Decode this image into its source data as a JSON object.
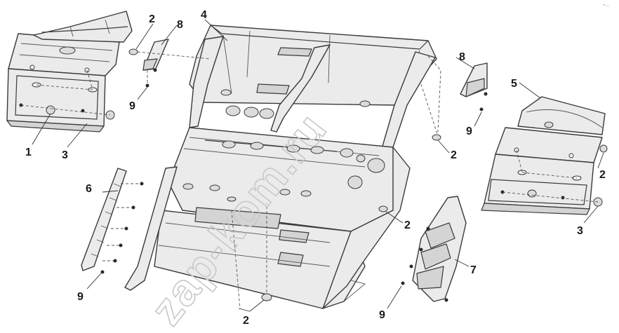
{
  "watermark": "zap-kom.ru",
  "corner_mark": "° ···",
  "callouts": {
    "c1": "1",
    "c2a": "2",
    "c2b": "2",
    "c2c": "2",
    "c2d": "2",
    "c2e": "2",
    "c3a": "3",
    "c3b": "3",
    "c4": "4",
    "c5": "5",
    "c6": "6",
    "c7": "7",
    "c8a": "8",
    "c8b": "8",
    "c9a": "9",
    "c9b": "9",
    "c9c": "9",
    "c9d": "9"
  }
}
